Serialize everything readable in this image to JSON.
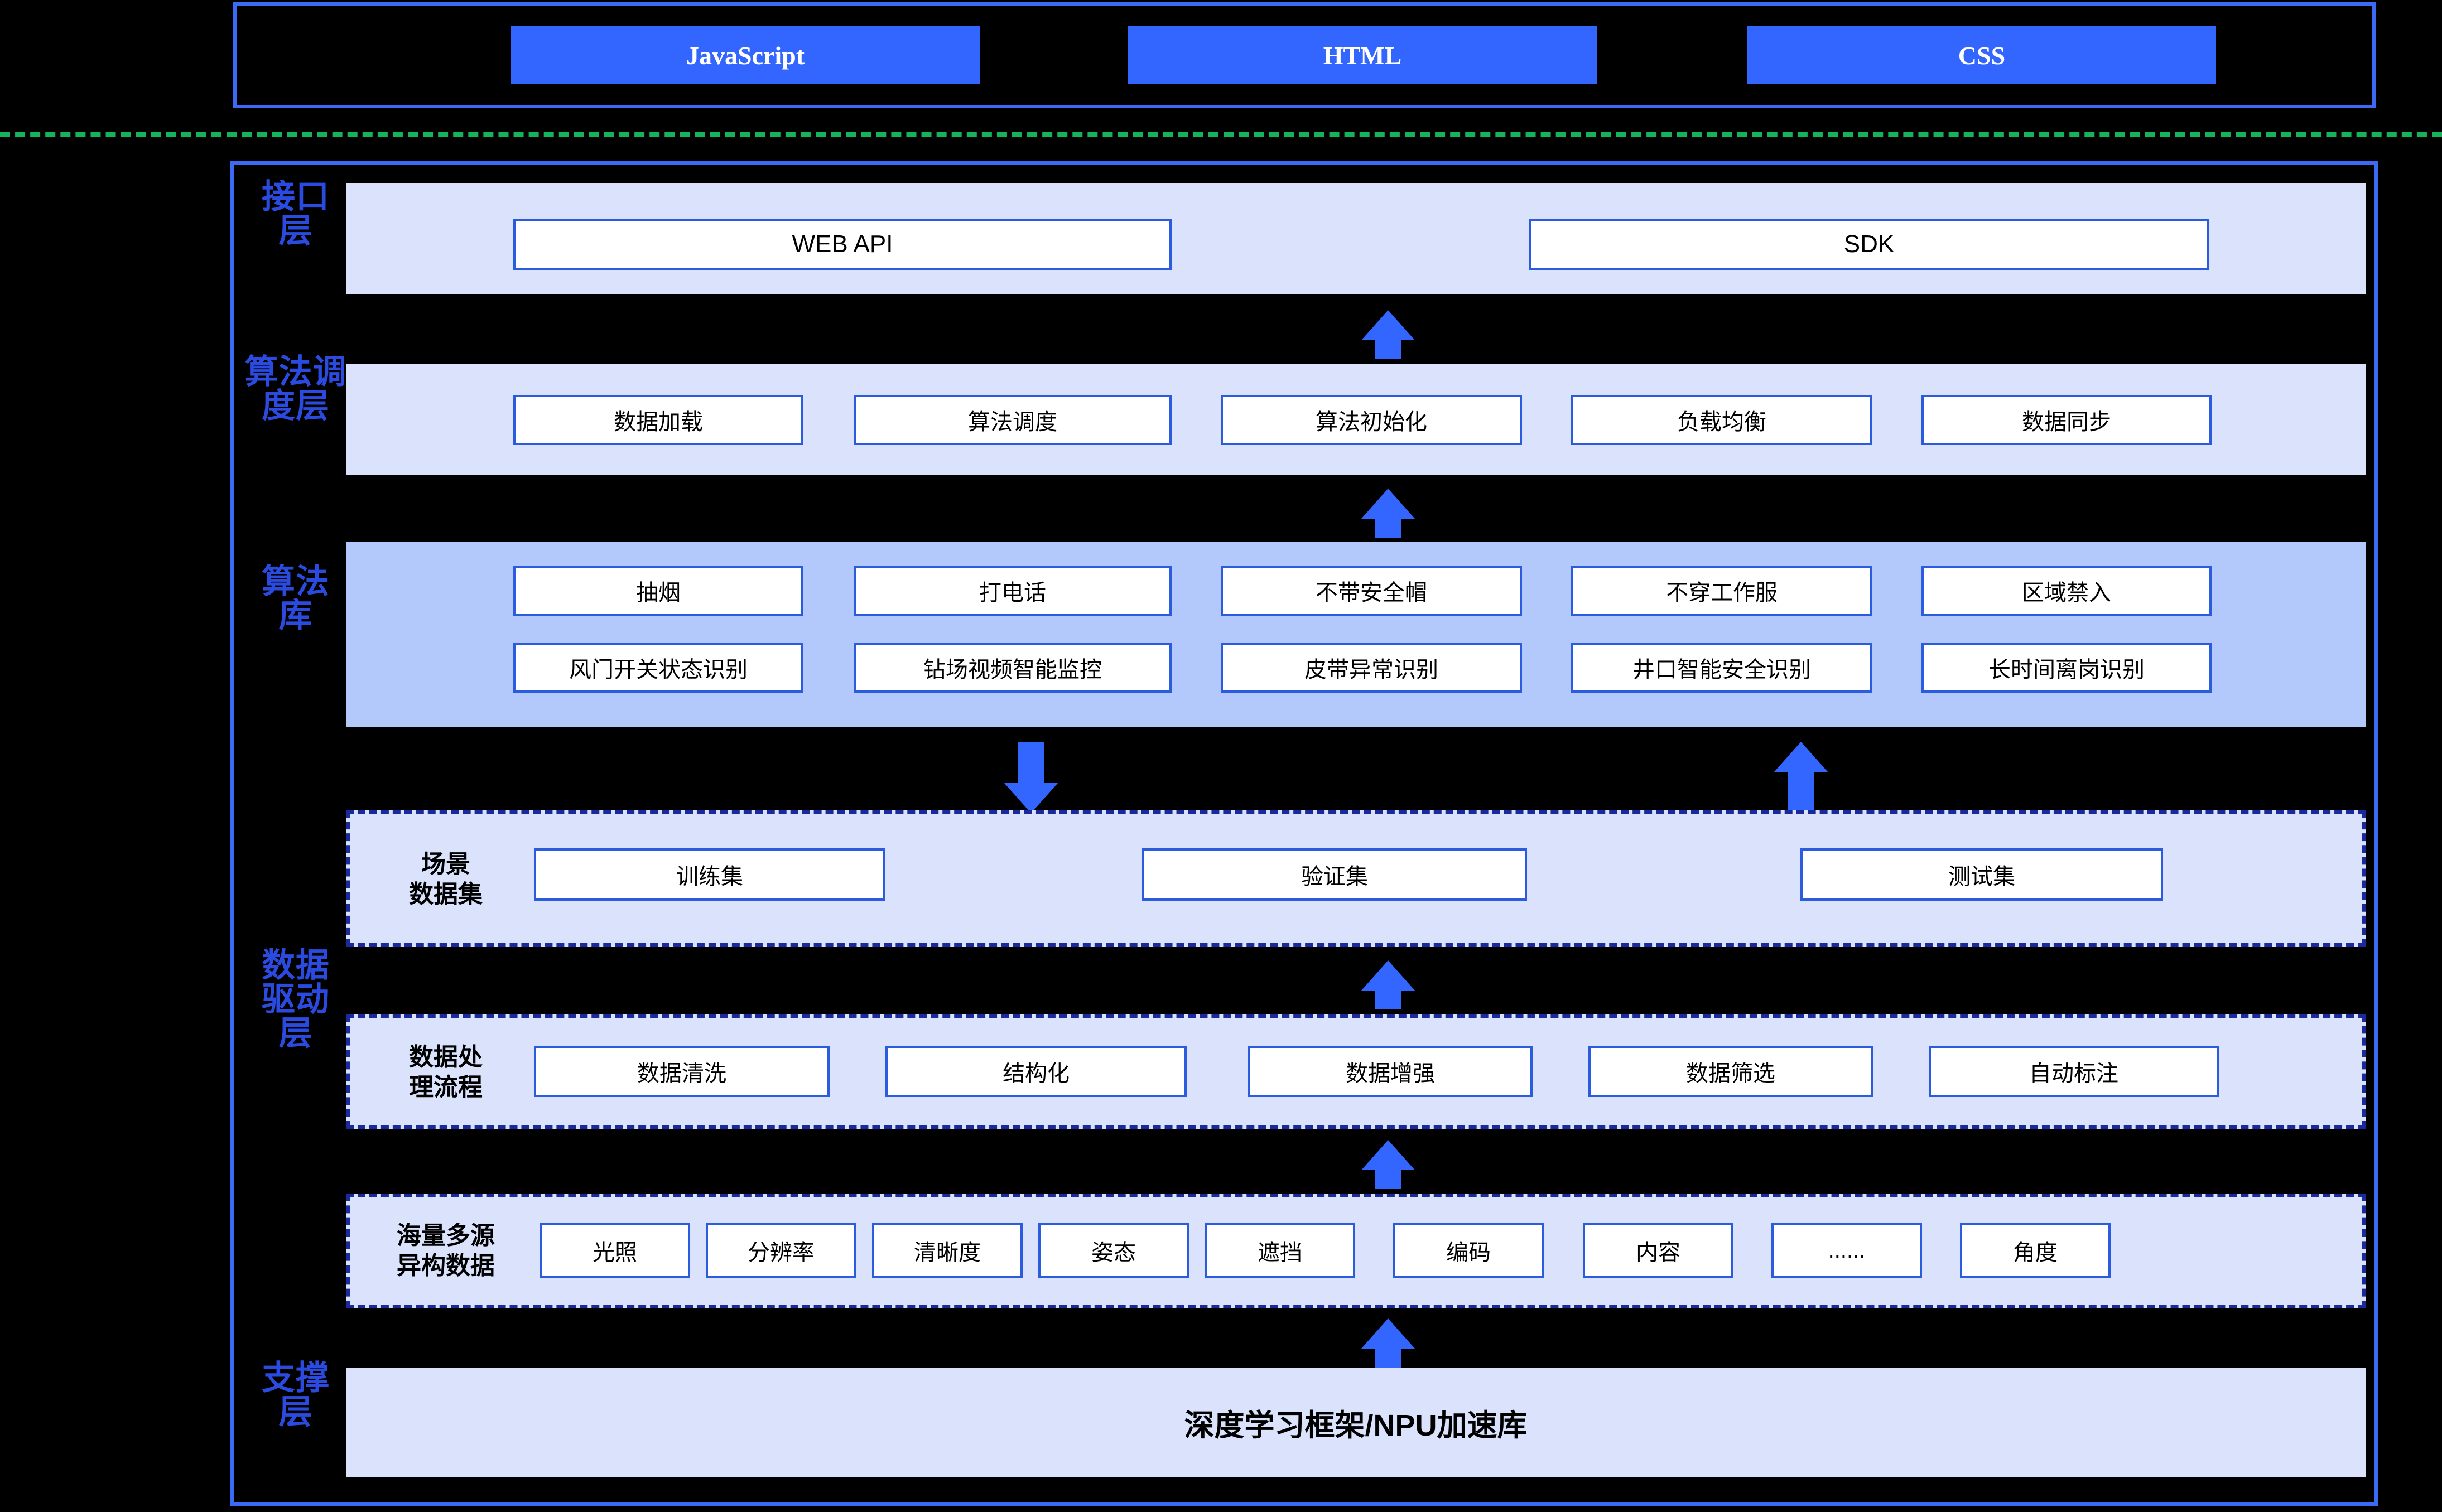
{
  "topbar": {
    "buttons": [
      {
        "label": "JavaScript"
      },
      {
        "label": "HTML"
      },
      {
        "label": "CSS"
      }
    ]
  },
  "layers": [
    {
      "id": "interface",
      "side_label": "接口层",
      "cells": [
        "WEB API",
        "SDK"
      ]
    },
    {
      "id": "scheduling",
      "side_label": "算法调度层",
      "cells": [
        "数据加载",
        "算法调度",
        "算法初始化",
        "负载均衡",
        "数据同步"
      ]
    },
    {
      "id": "algorithm-library",
      "side_label": "算法库",
      "row1": [
        "抽烟",
        "打电话",
        "不带安全帽",
        "不穿工作服",
        "区域禁入"
      ],
      "row2": [
        "风门开关状态识别",
        "钻场视频智能监控",
        "皮带异常识别",
        "井口智能安全识别",
        "长时间离岗识别"
      ]
    },
    {
      "id": "data-driven",
      "side_label": "数据驱动层",
      "groups": [
        {
          "title": "场景\n数据集",
          "title_line1": "场景",
          "title_line2": "数据集",
          "cells": [
            "训练集",
            "验证集",
            "测试集"
          ]
        },
        {
          "title_line1": "数据处",
          "title_line2": "理流程",
          "cells": [
            "数据清洗",
            "结构化",
            "数据增强",
            "数据筛选",
            "自动标注"
          ]
        },
        {
          "title_line1": "海量多源",
          "title_line2": "异构数据",
          "cells": [
            "光照",
            "分辨率",
            "清晰度",
            "姿态",
            "遮挡",
            "编码",
            "内容",
            "......",
            "角度"
          ]
        }
      ]
    },
    {
      "id": "support",
      "side_label": "支撑层",
      "text": "深度学习框架/NPU加速库"
    }
  ],
  "colors": {
    "accent_blue": "#3366ff",
    "border_blue": "#3b6bf5",
    "band_light": "#dae3fb",
    "band_mid": "#b4c9fb",
    "dash_green": "#16b45a",
    "dash_navy": "#1a2a9c",
    "label_blue": "#2b4be0"
  }
}
